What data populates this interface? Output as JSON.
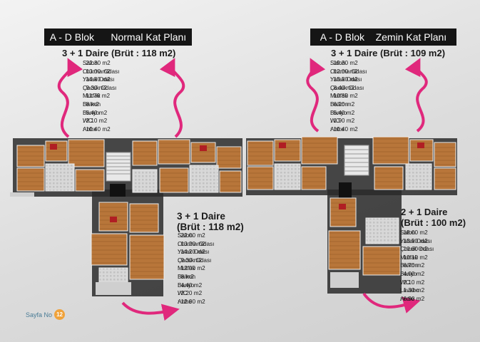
{
  "left": {
    "title_block": "A - D Blok",
    "title_plan": "Normal Kat Planı",
    "top_heading": "3 + 1 Daire (Brüt : 118 m2)",
    "top_specs": [
      {
        "k": "Salon",
        "v": ": 22.30 m2"
      },
      {
        "k": "Oturma Odası",
        "v": ": 13.00 m2"
      },
      {
        "k": "Yatak Odası",
        "v": ": 14.80 m2"
      },
      {
        "k": "Çocuk Odası",
        "v": ": 9.30 m2"
      },
      {
        "k": "Mutfak",
        "v": ": 11.70 m2"
      },
      {
        "k": "Balkon",
        "v": ": 8 m2"
      },
      {
        "k": "Banyo",
        "v": ": 5.40 m2"
      },
      {
        "k": "WC",
        "v": ": 2.10 m2"
      },
      {
        "k": "Antre",
        "v": ": 10.40 m2"
      }
    ],
    "bottom_heading_1": "3 + 1 Daire",
    "bottom_heading_2": "(Brüt : 118 m2)",
    "bottom_specs": [
      {
        "k": "Salon",
        "v": ": 22.00 m2"
      },
      {
        "k": "Oturma Odası",
        "v": ": 13.20 m2"
      },
      {
        "k": "Yatak Odası",
        "v": ": 14.20 m2"
      },
      {
        "k": "Çocuk Odası",
        "v": ": 9.30 m2"
      },
      {
        "k": "Mutfak",
        "v": ": 12.00 m2"
      },
      {
        "k": "Balkon",
        "v": ": 8 m2"
      },
      {
        "k": "Banyo",
        "v": ": 4.40 m2"
      },
      {
        "k": "WC",
        "v": ": 2.20 m2"
      },
      {
        "k": "Antre",
        "v": ": 12.00 m2"
      }
    ]
  },
  "right": {
    "title_block": "A - D Blok",
    "title_plan": "Zemin Kat Planı",
    "top_heading": "3 + 1 Daire (Brüt : 109 m2)",
    "top_specs": [
      {
        "k": "Salon",
        "v": ": 19.30 m2"
      },
      {
        "k": "Oturma Odası",
        "v": ": 12.00 m2"
      },
      {
        "k": "Yatak Odası",
        "v": ": 13.30 m2"
      },
      {
        "k": "Çocuk Odası",
        "v": ": 8.40 m2"
      },
      {
        "k": "Mutfak",
        "v": ": 10.80 m2"
      },
      {
        "k": "Balkon",
        "v": ": 6.20 m2"
      },
      {
        "k": "Banyo",
        "v": ": 5.40 m2"
      },
      {
        "k": "WC",
        "v": ": 1.90 m2"
      },
      {
        "k": "Antre",
        "v": ": 10.40 m2"
      }
    ],
    "bottom_heading_1": "2 + 1 Daire",
    "bottom_heading_2": "(Brüt : 100 m2)",
    "bottom_specs": [
      {
        "k": "Salon",
        "v": ": 18.00 m2"
      },
      {
        "k": "Yatak Odası",
        "v": ": 13.90 m2"
      },
      {
        "k": "Çocuk Odası",
        "v": ": 10.60 m2"
      },
      {
        "k": "Mutfak",
        "v": ": 10.10 m2"
      },
      {
        "k": "Balkon",
        "v": ": 6.70 m2"
      },
      {
        "k": "Banyo",
        "v": ": 4.00 m2"
      },
      {
        "k": "WC",
        "v": ": 2.10 m2"
      },
      {
        "k": "Lavabo",
        "v": ": 1.30 m2"
      },
      {
        "k": "Antre",
        "v": ": 6.90 m2"
      }
    ]
  },
  "footer": {
    "label": "Sayfa No",
    "page": "12"
  },
  "colors": {
    "accent_arrow": "#e0287c",
    "title_bg": "#151515",
    "badge": "#f0a23a"
  }
}
